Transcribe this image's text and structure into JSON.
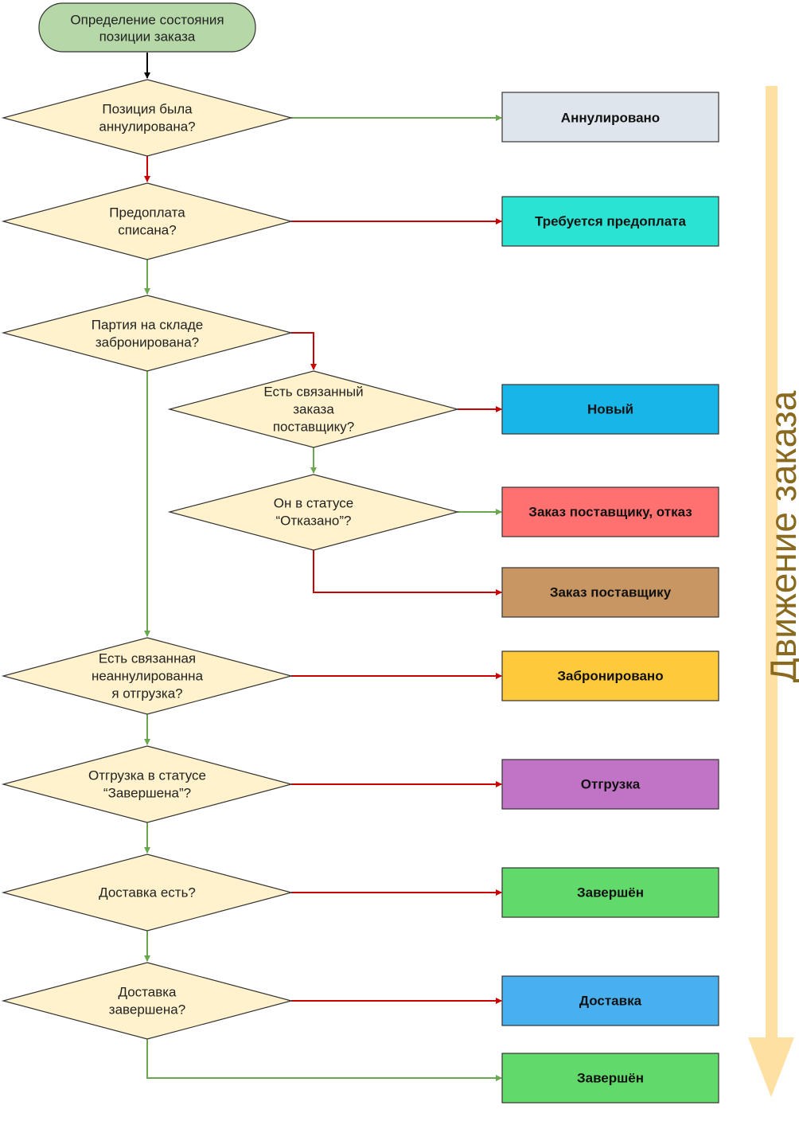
{
  "start": {
    "lines": [
      "Определение состояния",
      "позиции заказа"
    ]
  },
  "decisions": {
    "cancelled": [
      "Позиция была",
      "аннулирована?"
    ],
    "prepayment": [
      "Предоплата",
      "списана?"
    ],
    "reserved": [
      "Партия на складе",
      "забронирована?"
    ],
    "supplier_order": [
      "Есть связанный",
      "заказа",
      "поставщику?"
    ],
    "rejected": [
      "Он в статусе",
      "“Отказано”?"
    ],
    "shipment": [
      "Есть связанная",
      "неаннулированна",
      "я отгрузка?"
    ],
    "shipment_done": [
      "Отгрузка в статусе",
      "“Завершена”?"
    ],
    "delivery": [
      "Доставка есть?"
    ],
    "delivery_done": [
      "Доставка",
      "завершена?"
    ]
  },
  "statuses": {
    "annulled": {
      "label": "Аннулировано",
      "color": "#dfe5ec"
    },
    "prepay_required": {
      "label": "Требуется предоплата",
      "color": "#2ae3d3"
    },
    "new": {
      "label": "Новый",
      "color": "#18b5e8"
    },
    "supplier_reject": {
      "label": "Заказ поставщику, отказ",
      "color": "#ff7070"
    },
    "supplier_order": {
      "label": "Заказ поставщику",
      "color": "#c79663"
    },
    "booked": {
      "label": "Забронировано",
      "color": "#ffc93c"
    },
    "shipping": {
      "label": "Отгрузка",
      "color": "#c174c5"
    },
    "done1": {
      "label": "Завершён",
      "color": "#62d96b"
    },
    "delivery": {
      "label": "Доставка",
      "color": "#48b0ef"
    },
    "done2": {
      "label": "Завершён",
      "color": "#62d96b"
    }
  },
  "side_label": "Движение заказа",
  "colors": {
    "start_fill": "#b6d7a8",
    "decision_fill": "#fff2cc",
    "yes_arrow": "#6aa84f",
    "no_arrow": "#cc0000",
    "side_arrow": "#ffe0a3"
  }
}
